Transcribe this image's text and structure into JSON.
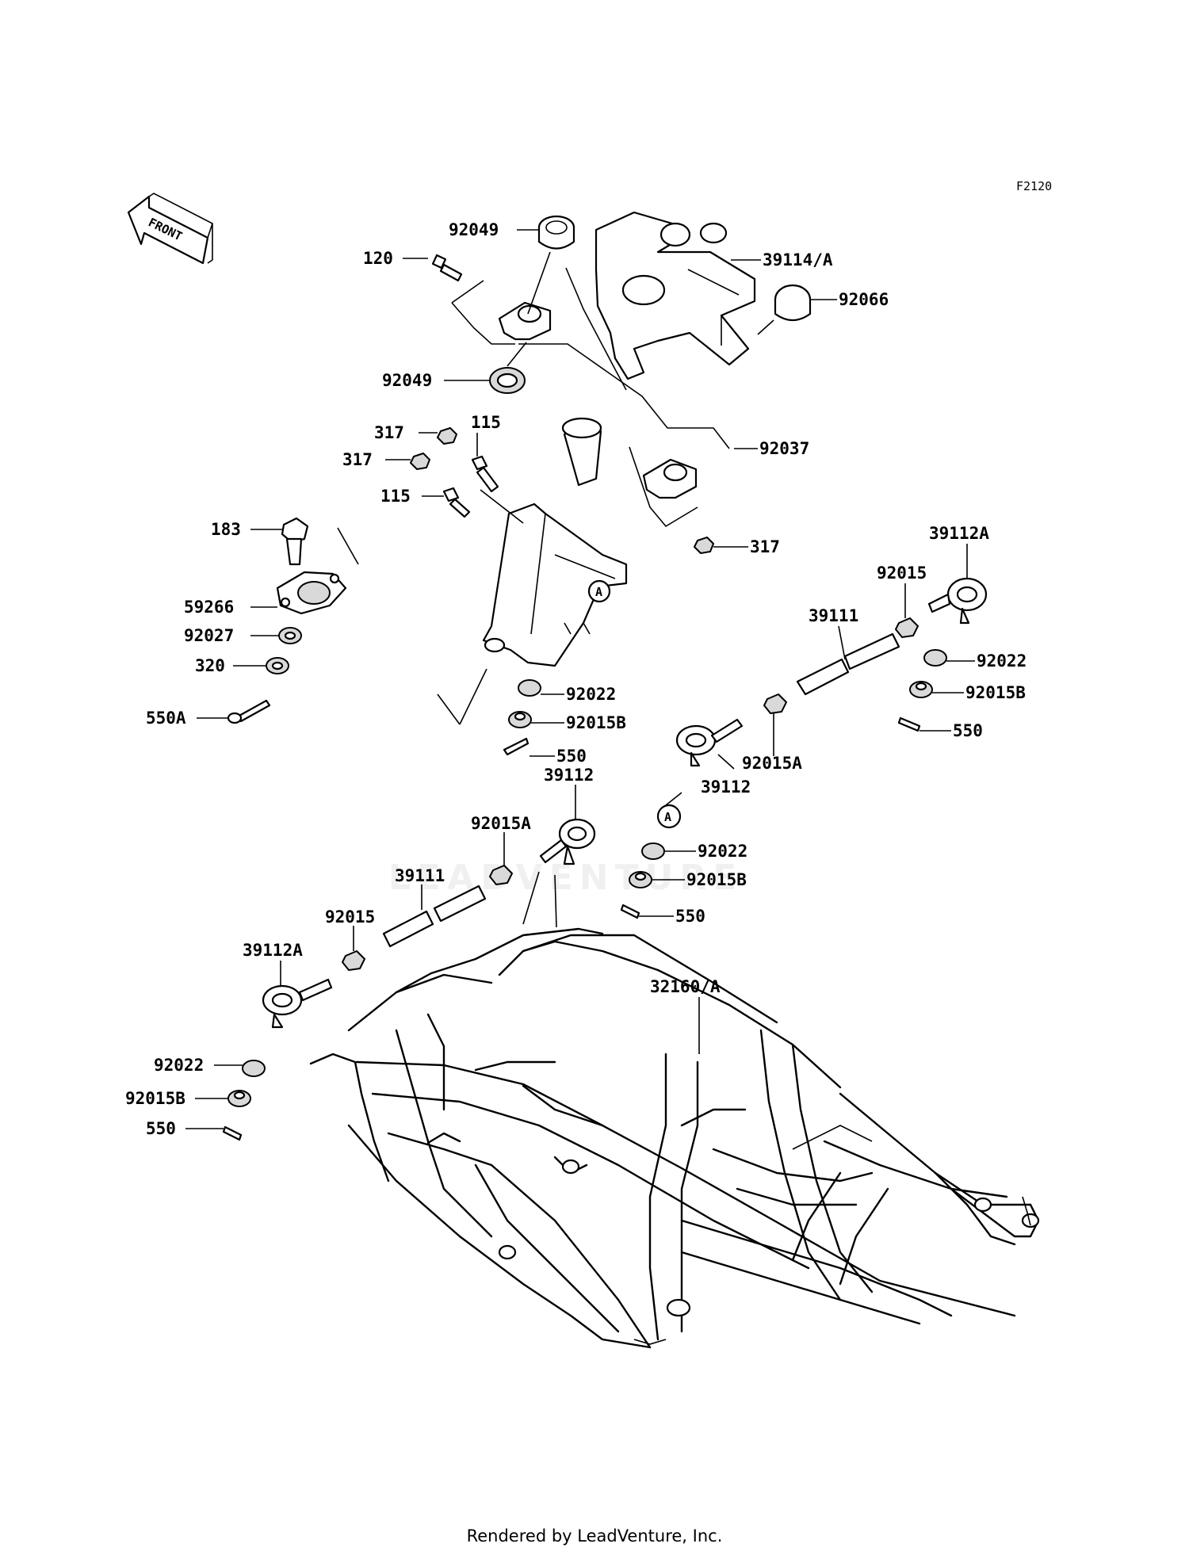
{
  "figure_code": "F2120",
  "front_label": "FRONT",
  "callouts": [
    {
      "id": "c01",
      "text": "92049"
    },
    {
      "id": "c02",
      "text": "120"
    },
    {
      "id": "c03",
      "text": "39114/A"
    },
    {
      "id": "c04",
      "text": "92066"
    },
    {
      "id": "c05",
      "text": "92049"
    },
    {
      "id": "c06",
      "text": "317"
    },
    {
      "id": "c07",
      "text": "115"
    },
    {
      "id": "c08",
      "text": "317"
    },
    {
      "id": "c09",
      "text": "115"
    },
    {
      "id": "c10",
      "text": "92037"
    },
    {
      "id": "c11",
      "text": "317"
    },
    {
      "id": "c12",
      "text": "183"
    },
    {
      "id": "c13",
      "text": "59266"
    },
    {
      "id": "c14",
      "text": "92027"
    },
    {
      "id": "c15",
      "text": "320"
    },
    {
      "id": "c16",
      "text": "550A"
    },
    {
      "id": "c17",
      "text": "92022"
    },
    {
      "id": "c18",
      "text": "92015B"
    },
    {
      "id": "c19",
      "text": "550"
    },
    {
      "id": "c20",
      "text": "39112"
    },
    {
      "id": "c21",
      "text": "92015A"
    },
    {
      "id": "c22",
      "text": "39111"
    },
    {
      "id": "c23",
      "text": "92015"
    },
    {
      "id": "c24",
      "text": "39112A"
    },
    {
      "id": "c25",
      "text": "92022"
    },
    {
      "id": "c26",
      "text": "92015B"
    },
    {
      "id": "c27",
      "text": "550"
    },
    {
      "id": "c28",
      "text": "39112A"
    },
    {
      "id": "c29",
      "text": "92015"
    },
    {
      "id": "c30",
      "text": "39111"
    },
    {
      "id": "c31",
      "text": "92022"
    },
    {
      "id": "c32",
      "text": "92015B"
    },
    {
      "id": "c33",
      "text": "550"
    },
    {
      "id": "c34",
      "text": "92015A"
    },
    {
      "id": "c35",
      "text": "39112"
    },
    {
      "id": "c36",
      "text": "92022"
    },
    {
      "id": "c37",
      "text": "92015B"
    },
    {
      "id": "c38",
      "text": "550"
    },
    {
      "id": "c39",
      "text": "32160/A"
    }
  ],
  "reference_marks": [
    "A",
    "A"
  ],
  "watermark": "LEADVENTURE",
  "footer": "Rendered by LeadVenture, Inc."
}
